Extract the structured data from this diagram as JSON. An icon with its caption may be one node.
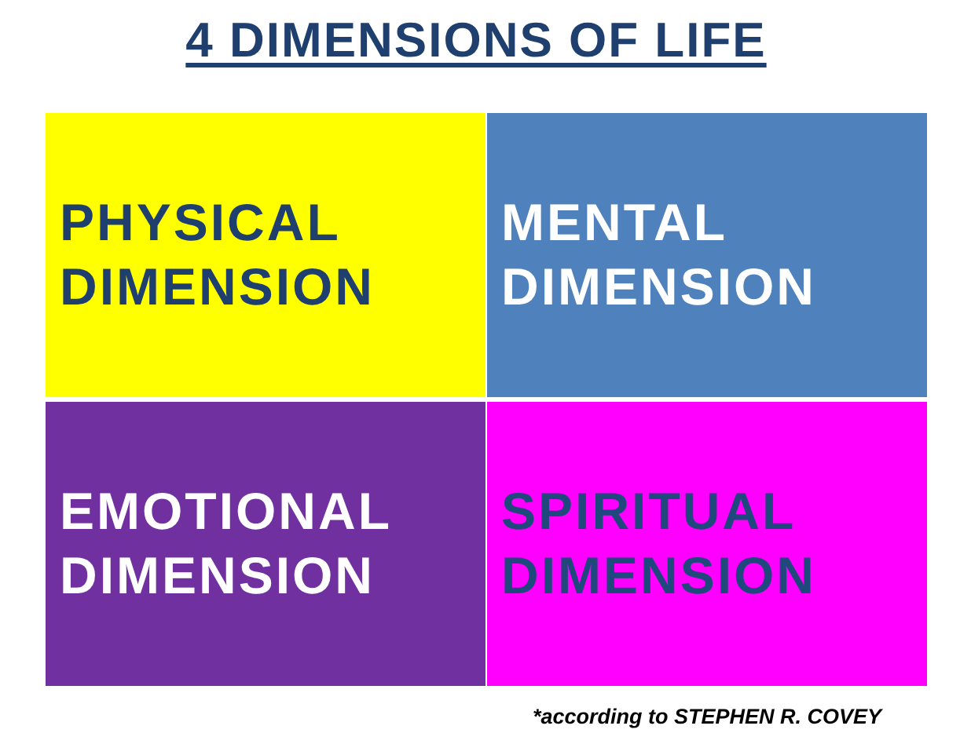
{
  "diagram": {
    "title": "4 DIMENSIONS OF LIFE",
    "caption": "*according to STEPHEN R. COVEY",
    "nodes": [
      {
        "text": [
          "PHYSICAL DIMENSION"
        ]
      },
      {
        "text": [
          "MENTAL DIMENSION"
        ]
      },
      {
        "text": [
          "EMOTIONAL DIMENSION"
        ]
      },
      {
        "text": [
          "SPIRITUAL DIMENSION"
        ]
      }
    ]
  }
}
